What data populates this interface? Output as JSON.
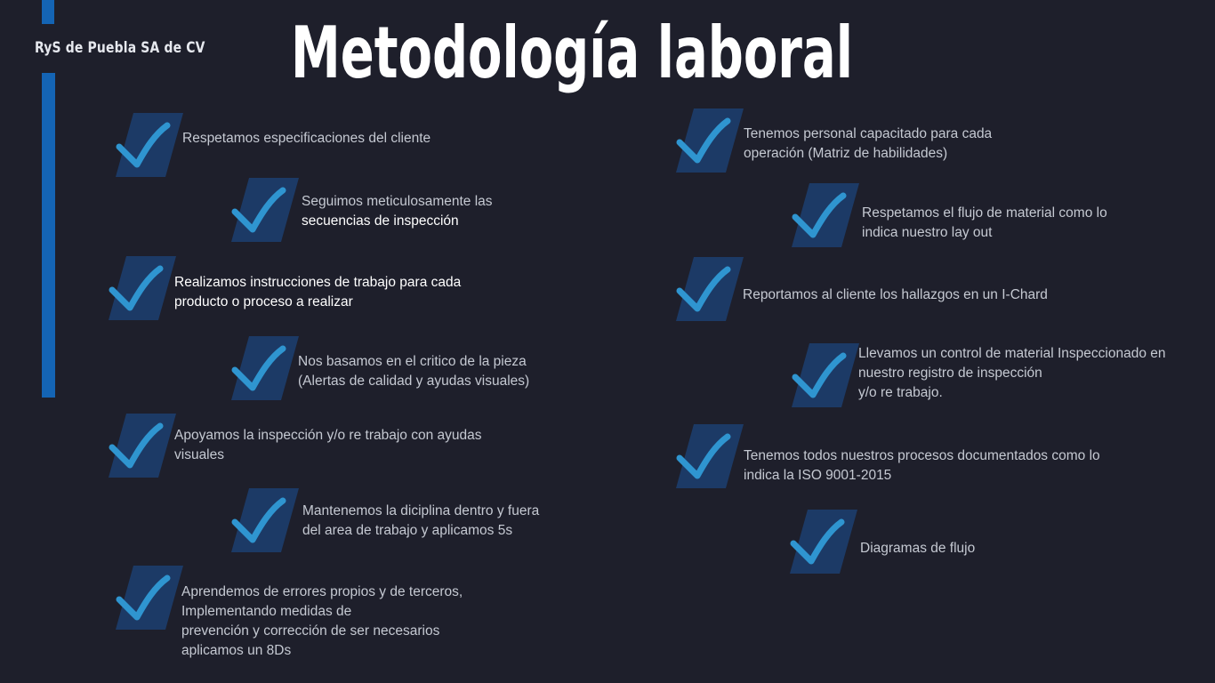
{
  "header": {
    "company": "RyS de Puebla SA  de CV",
    "title": "Metodología laboral"
  },
  "items": [
    {
      "lines": [
        "Respetamos especificaciones del cliente"
      ]
    },
    {
      "lines": [
        "Seguimos meticulosamente las",
        "secuencias de inspección"
      ]
    },
    {
      "lines": [
        "Realizamos instrucciones de trabajo para cada",
        "producto o proceso a realizar"
      ]
    },
    {
      "lines": [
        "Nos basamos en el critico de la pieza",
        "(Alertas de calidad y ayudas visuales)"
      ]
    },
    {
      "lines": [
        "Apoyamos la inspección y/o re trabajo con ayudas",
        "visuales"
      ]
    },
    {
      "lines": [
        "Mantenemos la diciplina dentro y fuera",
        "del area de trabajo y aplicamos 5s"
      ]
    },
    {
      "lines": [
        "Aprendemos de errores propios y de terceros,",
        "Implementando medidas de",
        "prevención y corrección de ser necesarios",
        "aplicamos un 8Ds"
      ]
    },
    {
      "lines": [
        "Tenemos personal capacitado para cada",
        "operación (Matriz de habilidades)"
      ]
    },
    {
      "lines": [
        "Respetamos el flujo de material como lo",
        "indica nuestro lay out"
      ]
    },
    {
      "lines": [
        "Reportamos al cliente los hallazgos en un I-Chard"
      ]
    },
    {
      "lines": [
        "Llevamos un control de material Inspeccionado en",
        "nuestro registro de inspección",
        "y/o re trabajo."
      ]
    },
    {
      "lines": [
        "Tenemos todos nuestros procesos documentados como lo",
        "indica la ISO 9001-2015"
      ]
    },
    {
      "lines": [
        "Diagramas de flujo"
      ]
    }
  ],
  "colors": {
    "background": "#1e1f2b",
    "accent_bar": "#1464b4",
    "check_box": "#1c3a66",
    "check_mark": "#2f95d0"
  },
  "icons": {
    "check": "checkmark-icon"
  }
}
